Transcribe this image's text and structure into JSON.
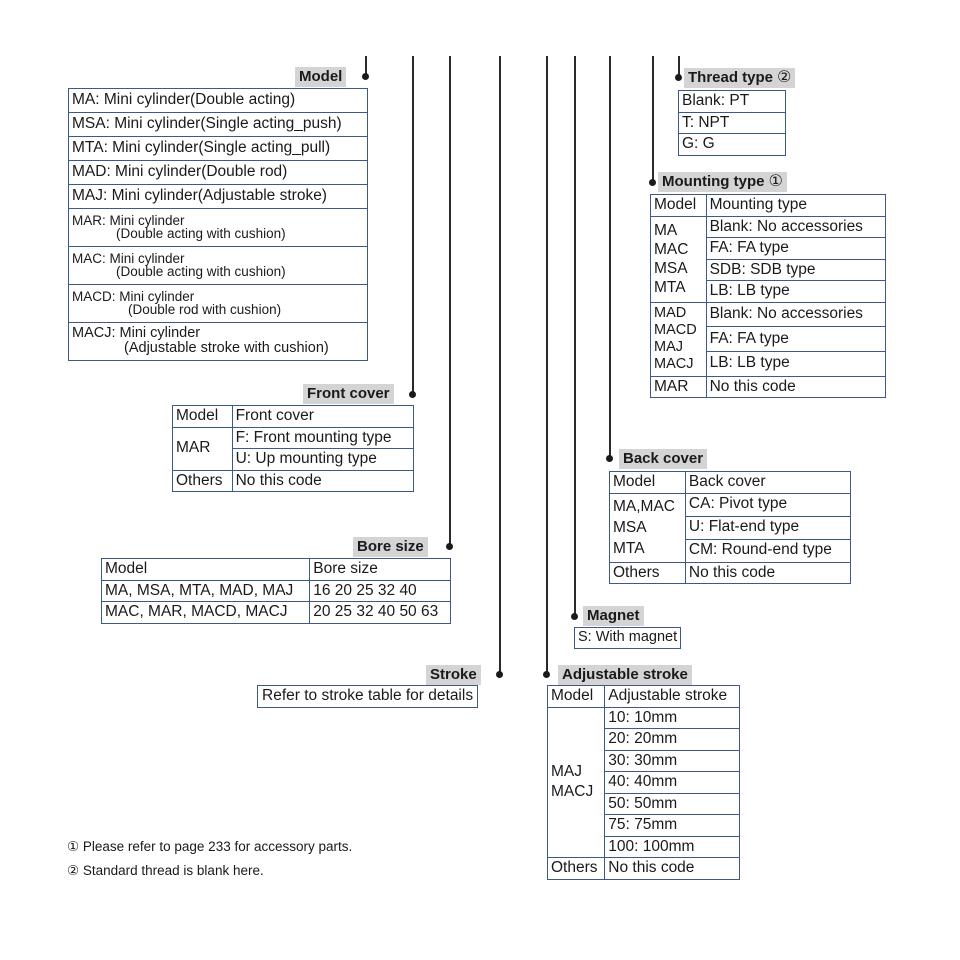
{
  "model": {
    "header": "Model",
    "rows": [
      {
        "line1": "MA: Mini cylinder(Double acting)"
      },
      {
        "line1": "MSA: Mini cylinder(Single acting_push)"
      },
      {
        "line1": "MTA: Mini cylinder(Single acting_pull)"
      },
      {
        "line1": "MAD: Mini cylinder(Double rod)"
      },
      {
        "line1": "MAJ: Mini cylinder(Adjustable stroke)"
      },
      {
        "line1": "MAR: Mini cylinder",
        "line2": "(Double acting with cushion)"
      },
      {
        "line1": "MAC: Mini cylinder",
        "line2": "(Double acting with cushion)"
      },
      {
        "line1": "MACD: Mini cylinder",
        "line2": "(Double rod with cushion)"
      },
      {
        "line1": "MACJ: Mini cylinder",
        "line2": "(Adjustable stroke with cushion)"
      }
    ]
  },
  "front_cover": {
    "header": "Front cover",
    "col1": "Model",
    "col2": "Front cover",
    "group_model": "MAR",
    "opt1": "F: Front mounting type",
    "opt2": "U: Up mounting type",
    "others": "Others",
    "others_value": "No this code"
  },
  "bore_size": {
    "header": "Bore size",
    "col1": "Model",
    "col2": "Bore size",
    "rows": [
      {
        "model": "MA, MSA, MTA, MAD, MAJ",
        "value": "16 20 25 32 40"
      },
      {
        "model": "MAC, MAR, MACD, MACJ",
        "value": "20 25 32 40 50 63"
      }
    ]
  },
  "stroke": {
    "header": "Stroke",
    "text": "Refer to stroke table for details"
  },
  "thread_type": {
    "header": "Thread type",
    "marker": "②",
    "rows": [
      "Blank: PT",
      "T: NPT",
      "G: G"
    ]
  },
  "mounting_type": {
    "header": "Mounting type",
    "marker": "①",
    "col1": "Model",
    "col2": "Mounting type",
    "group1_models": [
      "MA",
      "MAC",
      "MSA",
      "MTA"
    ],
    "group1_opts": [
      "Blank: No accessories",
      "FA: FA type",
      "SDB: SDB type",
      "LB: LB type"
    ],
    "group2_models": [
      "MAD",
      "MACD",
      "MAJ",
      "MACJ"
    ],
    "group2_opts": [
      "Blank: No accessories",
      "FA: FA type",
      "LB: LB type"
    ],
    "mar_model": "MAR",
    "mar_value": "No this code"
  },
  "back_cover": {
    "header": "Back cover",
    "col1": "Model",
    "col2": "Back cover",
    "group_models": [
      "MA,MAC",
      "MSA",
      "MTA"
    ],
    "opts": [
      "CA: Pivot type",
      "U: Flat-end type",
      "CM: Round-end type"
    ],
    "others": "Others",
    "others_value": "No this code"
  },
  "magnet": {
    "header": "Magnet",
    "text": "S: With magnet"
  },
  "adjustable_stroke": {
    "header": "Adjustable stroke",
    "col1": "Model",
    "col2": "Adjustable stroke",
    "group_models": [
      "MAJ",
      "MACJ"
    ],
    "opts": [
      "10: 10mm",
      "20: 20mm",
      "30: 30mm",
      "40: 40mm",
      "50: 50mm",
      "75: 75mm",
      "100: 100mm"
    ],
    "others": "Others",
    "others_value": "No this code"
  },
  "notes": [
    "① Please refer to page 233 for accessory parts.",
    "② Standard thread is blank here."
  ]
}
